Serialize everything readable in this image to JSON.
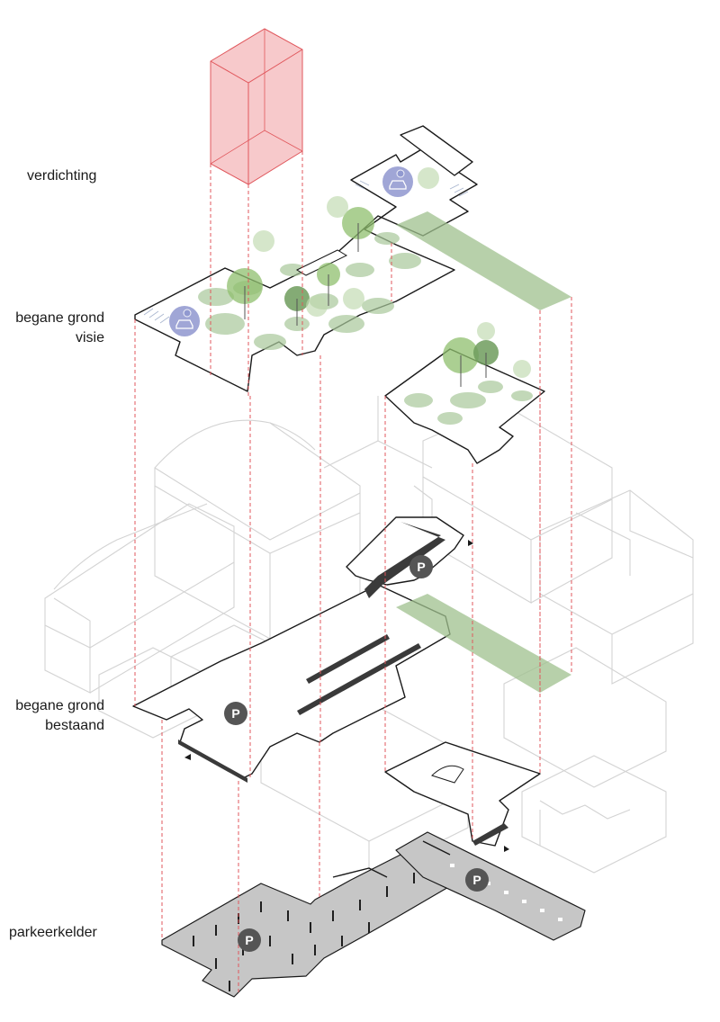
{
  "labels": {
    "verdichting": "verdichting",
    "begane_grond_visie_line1": "begane grond",
    "begane_grond_visie_line2": "visie",
    "begane_grond_bestaand_line1": "begane grond",
    "begane_grond_bestaand_line2": "bestaand",
    "parkeerkelder": "parkeerkelder"
  },
  "badges": {
    "parking_symbol": "P"
  },
  "icons": {
    "ev_charging": "ev-charging-icon",
    "parking": "parking-icon",
    "tree": "tree-icon",
    "arrow": "arrow-icon"
  },
  "colors": {
    "densification_volume": "#f7c9cb",
    "densification_stroke": "#e0575c",
    "projection_lines": "#e0575c",
    "green_zone": "#9fc08e",
    "parking_deck": "#c6c6c6",
    "ev_badge": "#8f97cf",
    "parking_badge": "#555555",
    "existing_buildings": "#d3d3d3"
  }
}
